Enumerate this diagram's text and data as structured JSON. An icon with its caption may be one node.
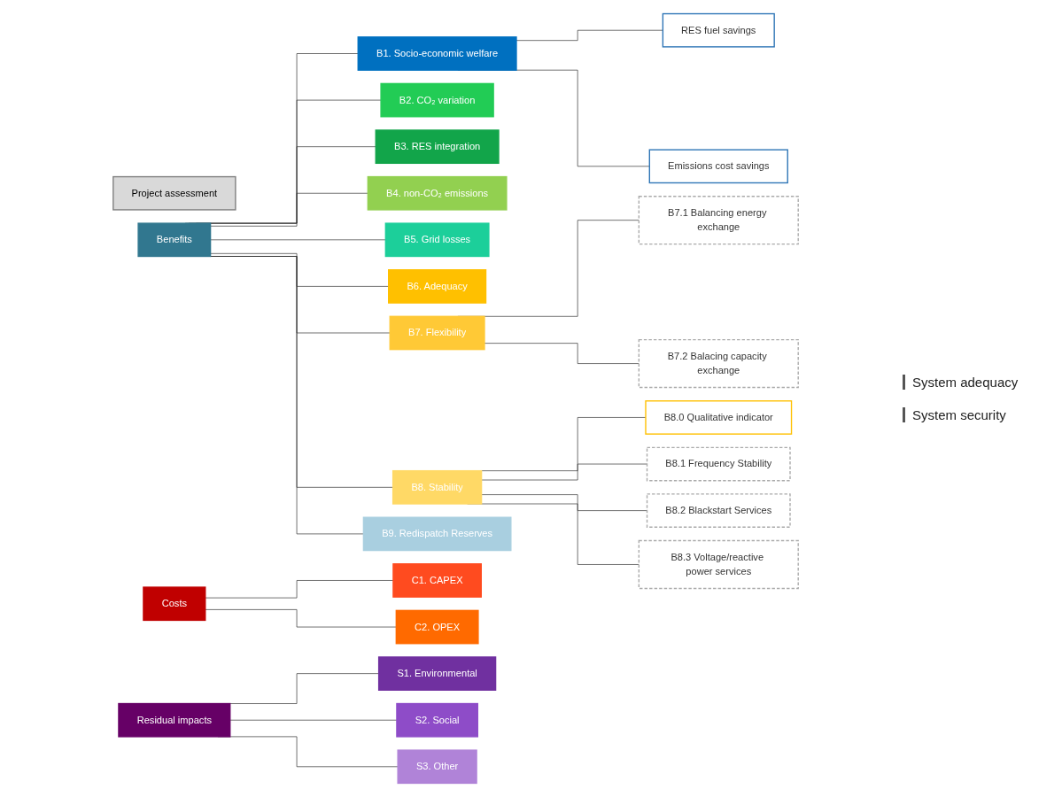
{
  "diagram": {
    "nodes": [
      {
        "text": [
          "Project assessment"
        ]
      },
      {
        "text": [
          "Benefits"
        ]
      },
      {
        "text": [
          "B1. Socio-economic welfare"
        ]
      },
      {
        "text": [
          "RES fuel savings"
        ]
      },
      {
        "text": [
          "Emissions cost savings"
        ]
      },
      {
        "text": [
          "B2. CO₂ variation"
        ]
      },
      {
        "text": [
          "B3. RES integration"
        ]
      },
      {
        "text": [
          "B4. non-CO₂ emissions"
        ]
      },
      {
        "text": [
          "B5. Grid losses"
        ]
      },
      {
        "text": [
          "B6. Adequacy"
        ]
      },
      {
        "text": [
          "B7. Flexibility"
        ]
      },
      {
        "text": [
          "B7.1 Balancing energy exchange"
        ]
      },
      {
        "text": [
          "B7.2 Balacing capacity exchange"
        ]
      },
      {
        "text": [
          "B8. Stability"
        ]
      },
      {
        "text": [
          "B8.0 Qualitative indicator"
        ]
      },
      {
        "text": [
          "B8.1 Frequency Stability"
        ]
      },
      {
        "text": [
          "B8.2 Blackstart Services"
        ]
      },
      {
        "text": [
          "B8.3 Voltage/reactive power services"
        ]
      },
      {
        "text": [
          "B9. Redispatch Reserves"
        ]
      },
      {
        "text": [
          "Costs"
        ]
      },
      {
        "text": [
          "C1. CAPEX"
        ]
      },
      {
        "text": [
          "C2. OPEX"
        ]
      },
      {
        "text": [
          "Residual impacts"
        ]
      },
      {
        "text": [
          "S1. Environmental"
        ]
      },
      {
        "text": [
          "S2. Social"
        ]
      },
      {
        "text": [
          "S3. Other"
        ]
      }
    ],
    "edges": [
      {
        "from": 1,
        "to": 2,
        "arrow": "none"
      },
      {
        "from": 2,
        "to": 3,
        "arrow": "none"
      },
      {
        "from": 2,
        "to": 4,
        "arrow": "none"
      },
      {
        "from": 1,
        "to": 5,
        "arrow": "none"
      },
      {
        "from": 1,
        "to": 6,
        "arrow": "none"
      },
      {
        "from": 1,
        "to": 7,
        "arrow": "none"
      },
      {
        "from": 1,
        "to": 8,
        "arrow": "none"
      },
      {
        "from": 1,
        "to": 9,
        "arrow": "none"
      },
      {
        "from": 1,
        "to": 10,
        "arrow": "none"
      },
      {
        "from": 10,
        "to": 11,
        "arrow": "none"
      },
      {
        "from": 10,
        "to": 12,
        "arrow": "none"
      },
      {
        "from": 1,
        "to": 13,
        "arrow": "none"
      },
      {
        "from": 13,
        "to": 14,
        "arrow": "none"
      },
      {
        "from": 13,
        "to": 15,
        "arrow": "none"
      },
      {
        "from": 13,
        "to": 16,
        "arrow": "none"
      },
      {
        "from": 13,
        "to": 17,
        "arrow": "none"
      },
      {
        "from": 1,
        "to": 18,
        "arrow": "none"
      },
      {
        "from": 19,
        "to": 20,
        "arrow": "none"
      },
      {
        "from": 19,
        "to": 21,
        "arrow": "none"
      },
      {
        "from": 22,
        "to": 23,
        "arrow": "none"
      },
      {
        "from": 22,
        "to": 24,
        "arrow": "none"
      },
      {
        "from": 22,
        "to": 25,
        "arrow": "none"
      }
    ],
    "labels": [
      "System adequacy",
      "System security"
    ]
  }
}
